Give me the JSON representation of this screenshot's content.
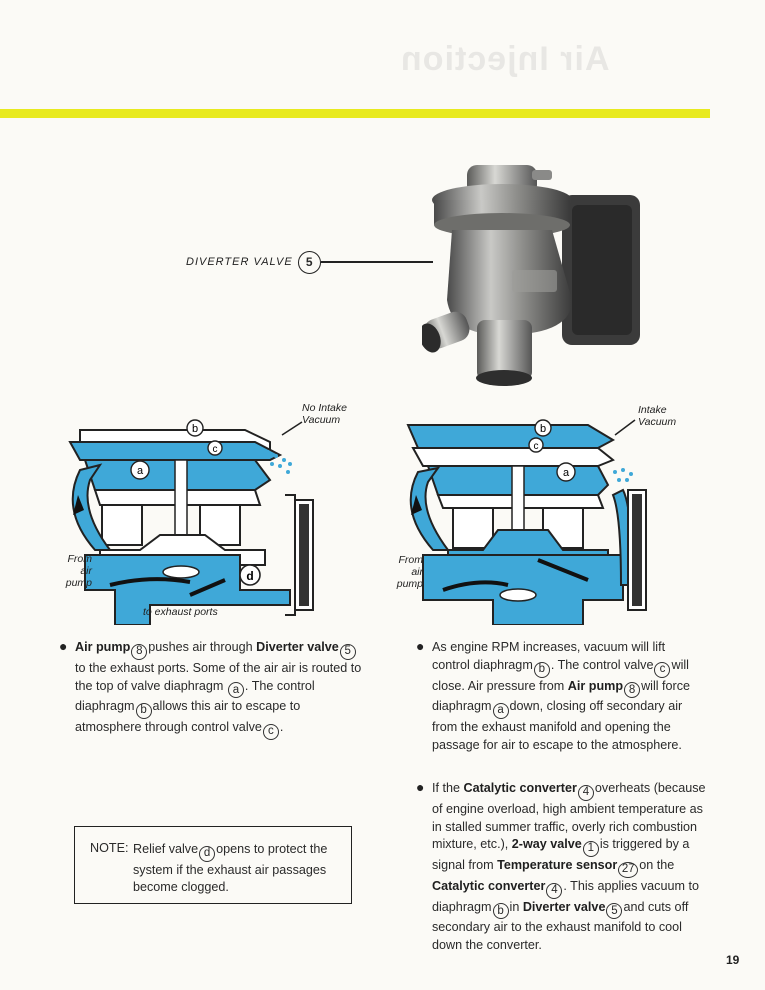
{
  "callout": {
    "label": "DIVERTER VALVE",
    "number": "5"
  },
  "diagram_left": {
    "top_label": "No Intake\nVacuum",
    "side_label": "From\nair\npump",
    "bottom_label": "to exhaust ports",
    "marks": [
      "b",
      "c",
      "a",
      "d"
    ]
  },
  "diagram_right": {
    "top_label": "Intake\nVacuum",
    "side_label": "From\nair\npump",
    "marks": [
      "b",
      "c",
      "a"
    ]
  },
  "colors": {
    "accent_yellow": "#e8ea1f",
    "flow_blue": "#3fa8d8"
  },
  "bullets": {
    "b1": {
      "p1": "Air pump",
      "n8": "8",
      "p2": "pushes air through ",
      "dv": "Diverter valve",
      "n5": "5",
      "p3": "to the exhaust ports. Some of the air air is routed to the top of valve diaphragm ",
      "na": "a",
      "p4": ". The control diaphragm",
      "nb": "b",
      "p5": "allows this air to escape to atmosphere through control valve",
      "nc": "c",
      "p6": "."
    },
    "b2": {
      "p1": "As engine RPM increases, vacuum will lift control diaphragm",
      "nb": "b",
      "p2": ". The control valve",
      "nc": "c",
      "p3": "will close. Air pressure from ",
      "ap": "Air pump",
      "n8": "8",
      "p4": "will force diaphragm",
      "na": "a",
      "p5": "down, closing off secondary air from the exhaust manifold and opening the passage for air to escape to the atmosphere."
    },
    "b3": {
      "p1": "If the ",
      "cc": "Catalytic converter",
      "n4": "4",
      "p2": "overheats (because of engine overload, high ambient temperature as in stalled summer traffic, overly rich combustion mixture, etc.), ",
      "twv": "2-way valve",
      "n1": "1",
      "p3": "is triggered by a signal from ",
      "ts": "Temperature sensor",
      "n27": "27",
      "p4": "on the ",
      "cc2": "Catalytic converter",
      "n4b": "4",
      "p5": ". This applies vacuum to diaphragm",
      "nb": "b",
      "p6": "in ",
      "dv": "Diverter valve",
      "n5": "5",
      "p7": "and cuts off secondary air to the exhaust manifold to cool down the converter."
    }
  },
  "note": {
    "label": "NOTE:",
    "p1": "Relief valve",
    "nd": "d",
    "p2": "opens to protect the system if the exhaust air passages become clogged."
  },
  "page_number": "19"
}
